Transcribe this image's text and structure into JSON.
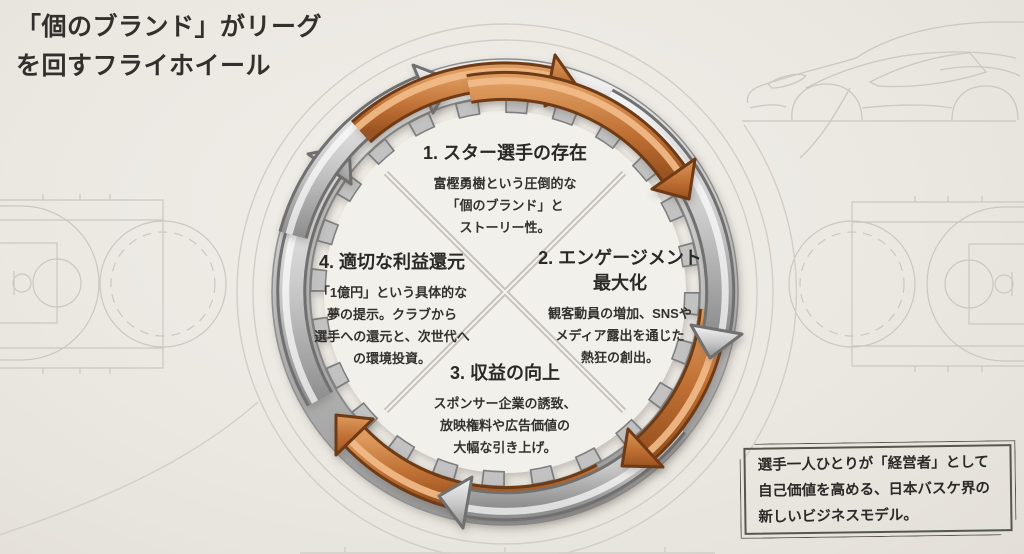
{
  "title": {
    "lines": [
      "「個のブランド」がリーグ",
      "を回すフライホイール"
    ]
  },
  "flywheel": {
    "motif": "gear-flywheel-with-clockwise-arrows",
    "sections": [
      {
        "heading_lines": [
          "1. スター選手の存在"
        ],
        "body_lines": [
          "富樫勇樹という圧倒的な",
          "「個のブランド」と",
          "ストーリー性。"
        ]
      },
      {
        "heading_lines": [
          "2. エンゲージメント",
          "最大化"
        ],
        "body_lines": [
          "観客動員の増加、SNSや",
          "メディア露出を通じた",
          "熱狂の創出。"
        ]
      },
      {
        "heading_lines": [
          "3. 収益の向上"
        ],
        "body_lines": [
          "スポンサー企業の誘致、",
          "放映権料や広告価値の",
          "大幅な引き上げ。"
        ]
      },
      {
        "heading_lines": [
          "4. 適切な利益還元"
        ],
        "body_lines": [
          "「1億円」という具体的な",
          "夢の提示。クラブから",
          "選手への還元と、次世代へ",
          "の環境投資。"
        ]
      }
    ]
  },
  "note": {
    "lines": [
      "選手一人ひとりが「経営者」として",
      "自己価値を高める、日本バスケ界の",
      "新しいビジネスモデル。"
    ]
  },
  "background_motifs": [
    "basketball-court-left",
    "basketball-court-right",
    "sports-car-sketch"
  ],
  "colors": {
    "background": "#ebe8e2",
    "text": "#2d2b28",
    "arrow_orange": "#b96a2e",
    "arrow_silver": "#c9c9c9",
    "note_border": "#57554f"
  }
}
